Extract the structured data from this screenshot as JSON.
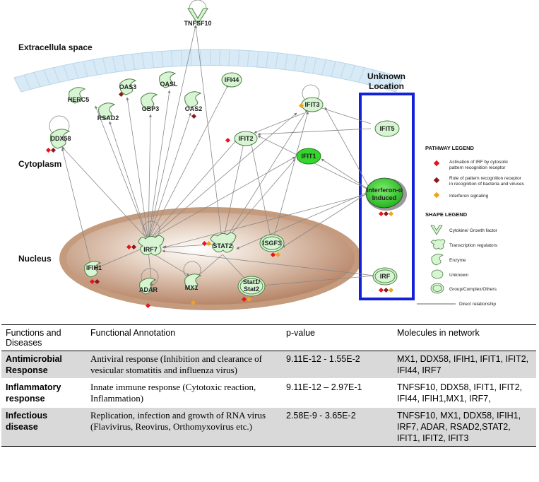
{
  "regions": {
    "extracellular": "Extracellula space",
    "cytoplasm": "Cytoplasm",
    "nucleus": "Nucleus",
    "unknown_location": [
      "Unknown",
      "Location"
    ]
  },
  "nodes": {
    "tnfsf10": "TNFSF10",
    "herc5": "HERC5",
    "oas3": "OAS3",
    "oasl": "OASL",
    "oas2": "OAS2",
    "rsad2": "RSAD2",
    "gbp3": "GBP3",
    "ifi44": "IFI44",
    "ifit3": "IFIT3",
    "ddx58": "DDX58",
    "ifit2": "IFIT2",
    "ifit1": "IFIT1",
    "ifit5": "IFIT5",
    "interferon": [
      "Interferon-α",
      "Induced"
    ],
    "irf7": "IRF7",
    "stat2": "STAT2",
    "isgf3": "ISGF3",
    "ifih1": "IFIH1",
    "adar": "ADAR",
    "mx1": "MX1",
    "stat1_stat2": [
      "Stat1/",
      "Stat2"
    ],
    "irf": "IRF"
  },
  "legend": {
    "pathway_title": "PATHWAY LEGEND",
    "pathway_items": [
      {
        "color": "#e8141b",
        "text": [
          "Activation of IRF by cytosolic",
          "pattern recognition receptor"
        ]
      },
      {
        "color": "#8b1a1a",
        "text": [
          "Role of pattern recognition receptor",
          "in recognition of bacteria and viruses"
        ]
      },
      {
        "color": "#f0a31a",
        "text": [
          "Interferon signaling"
        ]
      }
    ],
    "shape_title": "SHAPE LEGEND",
    "shape_items": [
      {
        "icon": "cytokine-icon",
        "text": "Cytokine/ Growth factor"
      },
      {
        "icon": "transcription-regulator-icon",
        "text": "Transcription regulators"
      },
      {
        "icon": "enzyme-icon",
        "text": "Enzyme"
      },
      {
        "icon": "unknown-shape-icon",
        "text": "Unknown"
      },
      {
        "icon": "group-complex-icon",
        "text": "Group/Complex/Others"
      }
    ],
    "direct_relationship": "Direct relationship"
  },
  "table": {
    "headers": [
      "Functions and Diseases",
      "Functional Annotation",
      "p-value",
      "Molecules in network"
    ],
    "rows": [
      {
        "function": "Antimicrobial Response",
        "annotation": "Antiviral response (Inhibition and clearance of vesicular stomatitis and influenza virus)",
        "pvalue": "9.11E-12 - 1.55E-2",
        "molecules": "MX1, DDX58, IFIH1, IFIT1, IFIT2, IFI44, IRF7"
      },
      {
        "function": "Inflammatory response",
        "annotation": "Innate immune response (Cytotoxic reaction, Inflammation)",
        "pvalue": "9.11E-12 – 2.97E-1",
        "molecules": "TNFSF10, DDX58, IFIT1, IFIT2, IFI44, IFIH1,MX1, IRF7,"
      },
      {
        "function": "Infectious disease",
        "annotation": "Replication, infection and growth of RNA virus (Flavivirus, Reovirus, Orthomyxovirus etc.)",
        "pvalue": "2.58E-9 -  3.65E-2",
        "molecules": "TNFSF10, MX1, DDX58, IFIH1, IRF7, ADAR, RSAD2,STAT2, IFIT1, IFIT2, IFIT3"
      }
    ]
  },
  "colors": {
    "red": "#e8141b",
    "dark_red": "#8b1a1a",
    "orange": "#f0a31a",
    "node_fill": "#d7f5d3",
    "node_stroke": "#4d7f45",
    "highlight_node": "#33d62b",
    "unknown_box": "#1521d8",
    "membrane": "#cfe3f2",
    "nucleus": "#c49a7c"
  }
}
